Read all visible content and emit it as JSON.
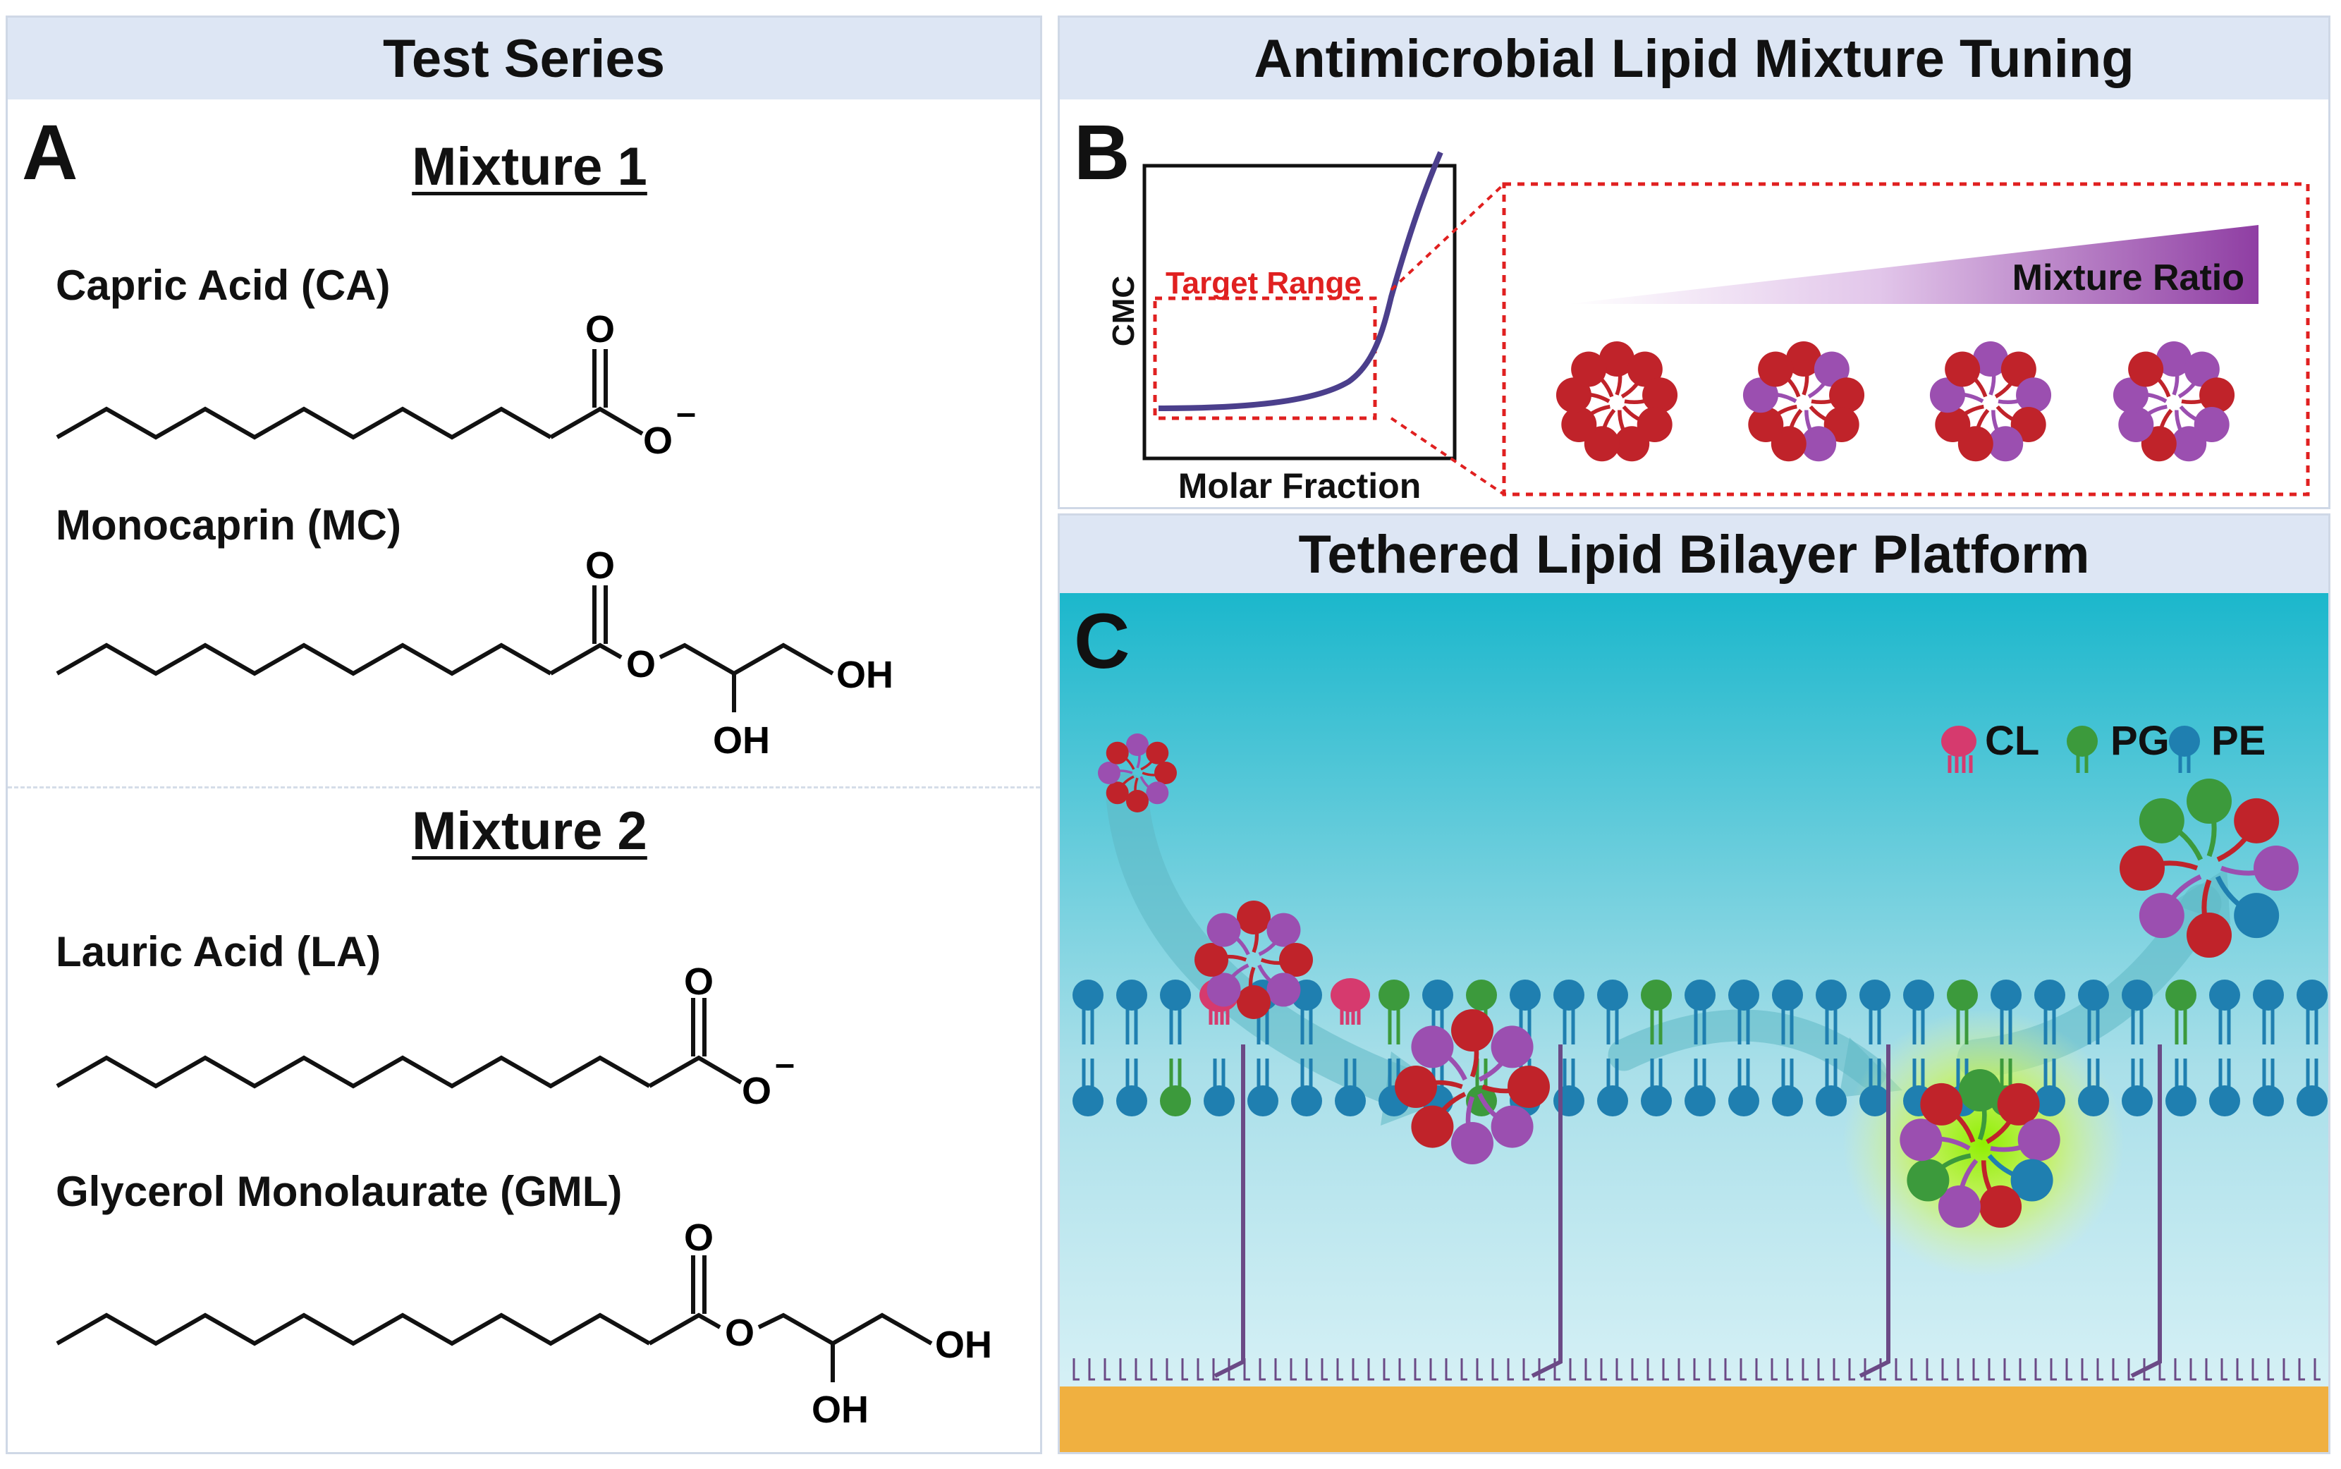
{
  "panelA": {
    "header": "Test Series",
    "letter": "A",
    "mixture1": {
      "title": "Mixture 1",
      "compound1": "Capric Acid (CA)",
      "compound2": "Monocaprin (MC)"
    },
    "mixture2": {
      "title": "Mixture 2",
      "compound1": "Lauric Acid (LA)",
      "compound2": "Glycerol Monolaurate (GML)"
    },
    "atoms": {
      "O": "O",
      "minus": "–",
      "OH": "OH"
    }
  },
  "panelB": {
    "header": "Antimicrobial Lipid Mixture Tuning",
    "letter": "B",
    "ylabel": "CMC",
    "xlabel": "Molar Fraction",
    "target_range": "Target Range",
    "mixture_ratio": "Mixture Ratio"
  },
  "panelC": {
    "header": "Tethered Lipid Bilayer Platform",
    "letter": "C",
    "legend": [
      {
        "label": "CL",
        "color": "#d63a6e"
      },
      {
        "label": "PG",
        "color": "#3c9a3c"
      },
      {
        "label": "PE",
        "color": "#1f7fb0"
      }
    ]
  },
  "colors": {
    "header_bg": "#dde6f4",
    "red_lipid": "#c0232a",
    "purple_lipid": "#9b4fb0",
    "target_red": "#e02020",
    "curve": "#4b3f8c",
    "water_top": "#1bb7cc",
    "substrate": "#f0b040"
  }
}
